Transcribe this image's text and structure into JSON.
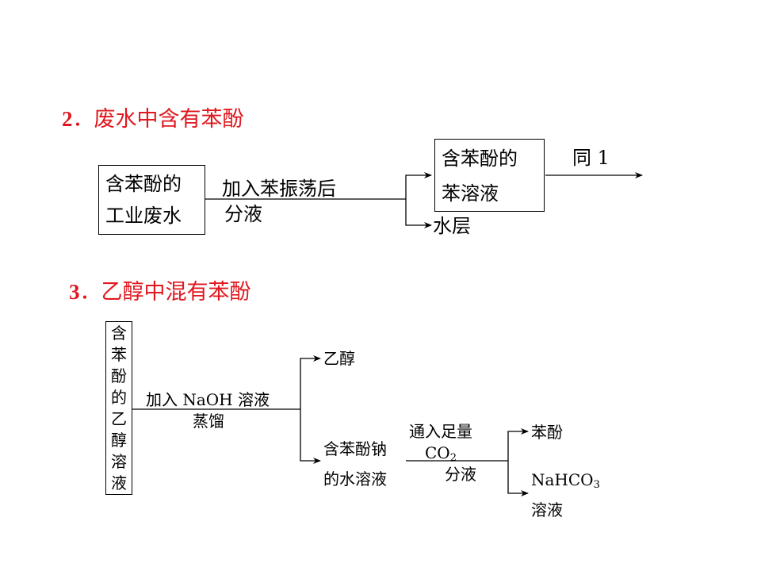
{
  "section2": {
    "number": "2",
    "title": "废水中含有苯酚",
    "start_line1": "含苯酚的",
    "start_line2": "工业废水",
    "step_top": "加入苯振荡后",
    "step_bottom": "分液",
    "upper_line1": "含苯酚的",
    "upper_line2": "苯溶液",
    "upper_next": "同 1",
    "lower_label": "水层"
  },
  "section3": {
    "number": "3",
    "title": "乙醇中混有苯酚",
    "start_chars": [
      "含",
      "苯",
      "酚",
      "的",
      "乙",
      "醇",
      "溶",
      "液"
    ],
    "step1_top": "加入 NaOH 溶液",
    "step1_bottom": "蒸馏",
    "upper_label": "乙醇",
    "mid_line1": "含苯酚钠",
    "mid_line2": "的水溶液",
    "step2_top": "通入足量",
    "step2_mid": "CO",
    "step2_mid_sub": "2",
    "step2_bottom": "分液",
    "out_upper": "苯酚",
    "out_lower_line1": "NaHCO",
    "out_lower_sub": "3",
    "out_lower_line2": "溶液"
  }
}
